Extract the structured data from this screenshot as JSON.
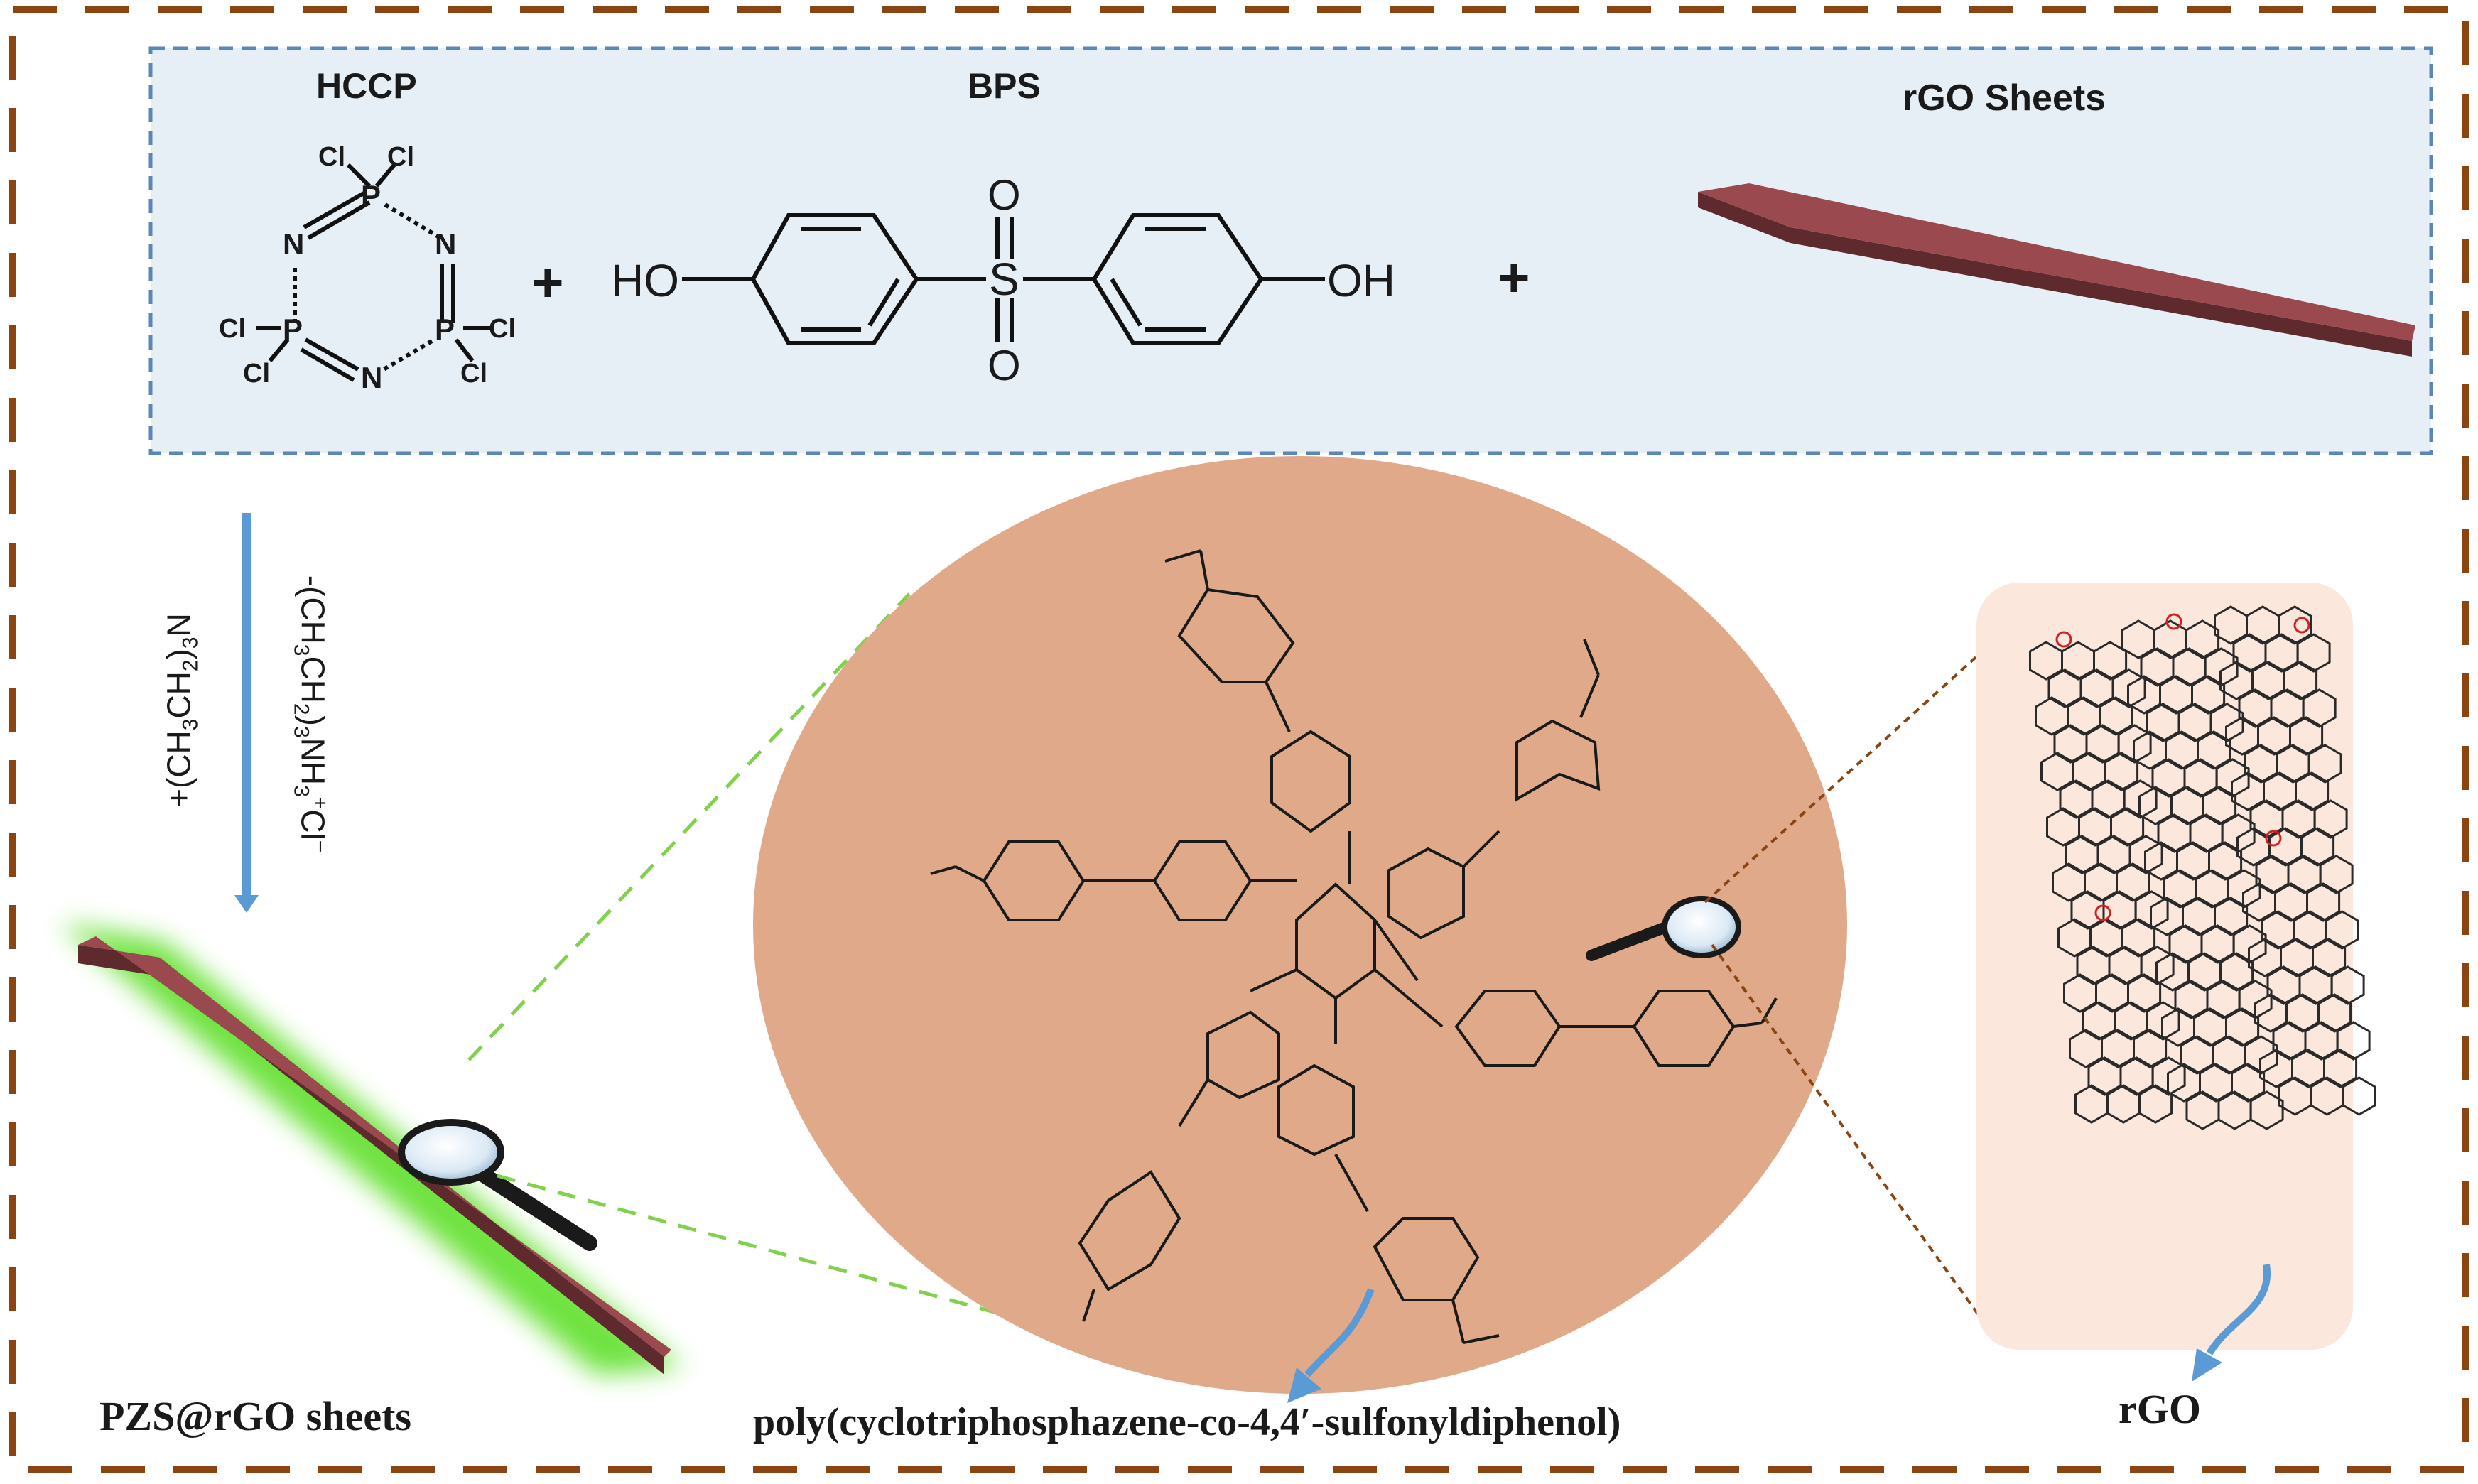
{
  "reactants": {
    "hccp_label": "HCCP",
    "bps_label": "BPS",
    "rgo_label": "rGO Sheets",
    "plus_sign": "+",
    "hccp_atoms": {
      "phosphorus": "P",
      "nitrogen": "N",
      "chlorine": "Cl"
    },
    "bps_groups": {
      "left_hydroxyl": "HO",
      "right_hydroxyl": "OH",
      "sulfur": "S",
      "oxygen": "O"
    }
  },
  "reaction": {
    "reagent_prefix": "+(CH",
    "byproduct_prefix": "-(CH",
    "sub_3": "3",
    "sub_2": "2",
    "ch_part": "CH",
    "n_part": "N",
    "nh_part": "NH",
    "plus_sup": "+",
    "cl_part": "Cl",
    "minus_sup": "−",
    "close_paren": ")"
  },
  "products": {
    "composite_label": "PZS@rGO sheets",
    "polymer_label": "poly(cyclotriphosphazene-co-4,4′-sulfonyldiphenol)",
    "rgo_label": "rGO"
  },
  "colors": {
    "frame_brown": "#8b4513",
    "reactant_panel_bg": "#e6eef6",
    "reactant_panel_border": "#5b86b5",
    "sheet_top": "#9a4a4f",
    "sheet_side": "#5e2a2e",
    "polymer_circle": "#e0a98a",
    "zoom_line_green": "#7fd24a",
    "glow_green": "#5ee02a",
    "arrow_blue": "#5b9bd5",
    "rgo_panel_bg": "#fbe7dc",
    "oxygen_red": "#d62020"
  }
}
